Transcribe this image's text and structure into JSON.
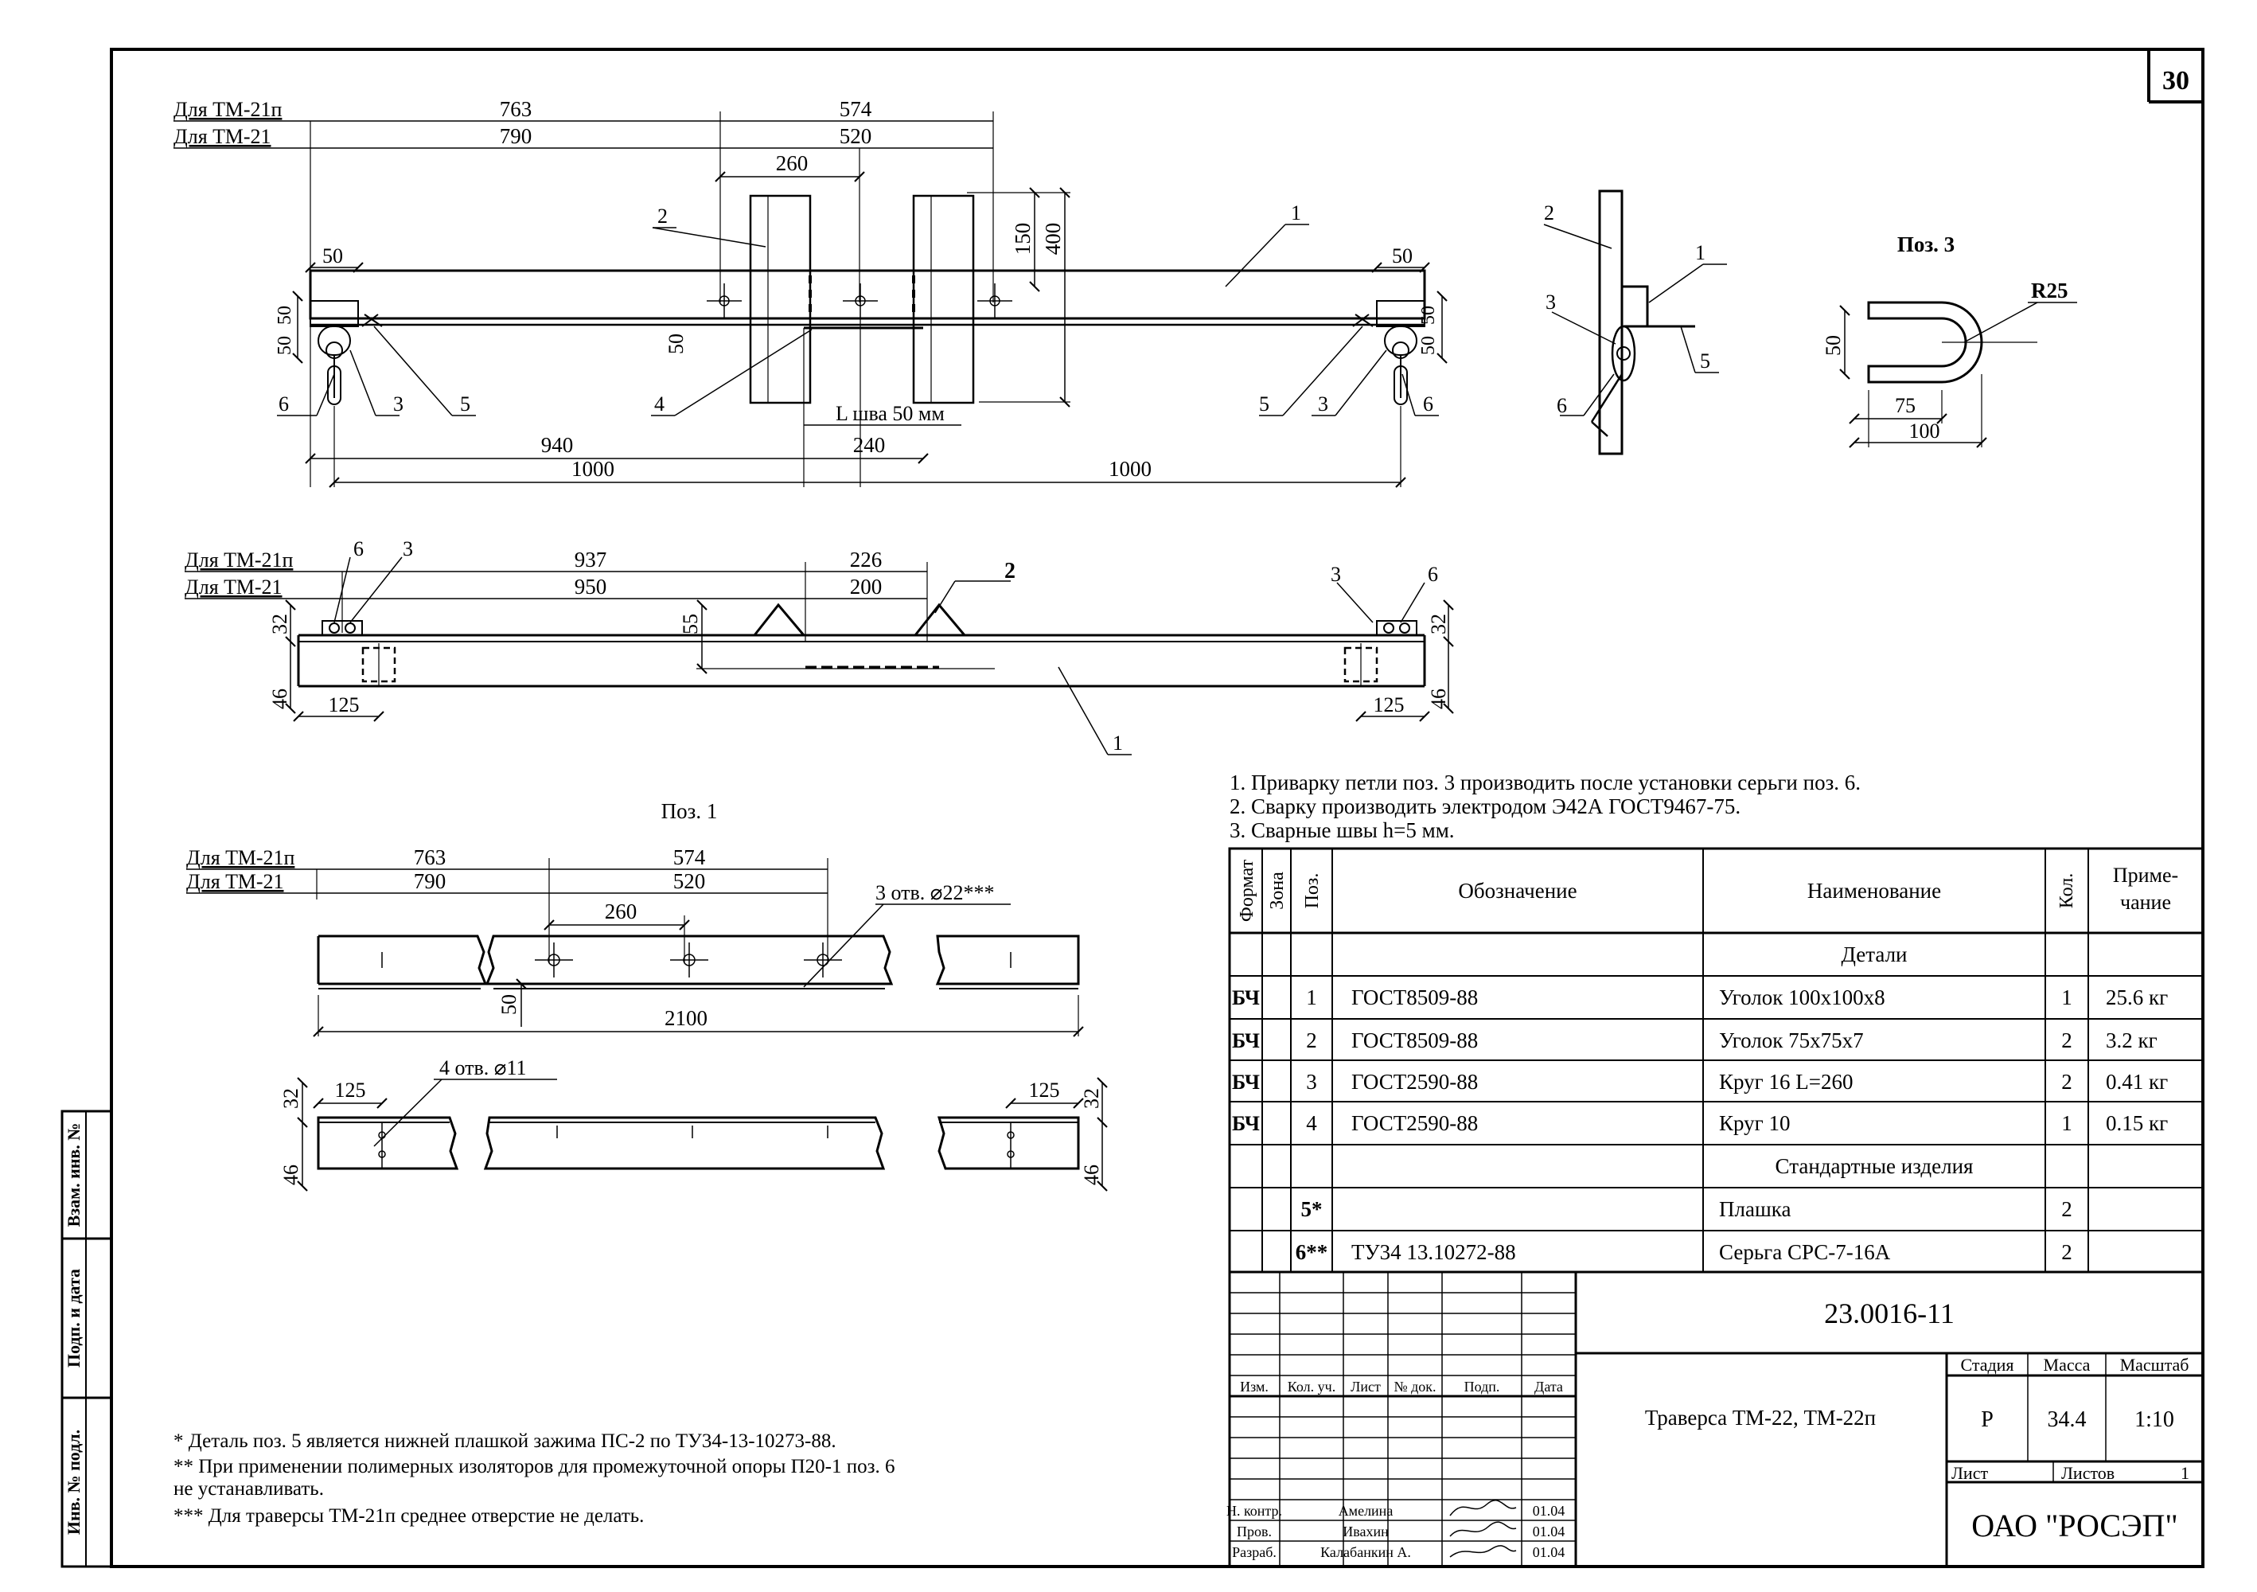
{
  "sheet_number": "30",
  "side_stamps": [
    "Взам. инв. №",
    "Подп. и дата",
    "Инв. № подл."
  ],
  "main_view": {
    "rows": [
      "Для ТМ-21п",
      "Для ТМ-21"
    ],
    "dims_top_21p": [
      "763",
      "574"
    ],
    "dims_top_21": [
      "790",
      "520"
    ],
    "dim_260": "260",
    "dim_150": "150",
    "dim_400": "400",
    "dim_50": "50",
    "dim_940": "940",
    "dim_1000": "1000",
    "dim_240": "240",
    "weld_note": "L шва 50 мм",
    "pos": [
      "1",
      "2",
      "3",
      "4",
      "5",
      "6"
    ]
  },
  "side_view": {
    "dims_21p": [
      "937",
      "226"
    ],
    "dims_21": [
      "950",
      "200"
    ],
    "dim_32": "32",
    "dim_46": "46",
    "dim_55": "55",
    "dim_125": "125"
  },
  "detail_pos3": {
    "title": "Поз. 3",
    "radius": "R25",
    "dim_50": "50",
    "dim_75": "75",
    "dim_100": "100"
  },
  "pos1_view": {
    "title": "Поз. 1",
    "holes_big": "3 отв. ⌀22***",
    "holes_small": "4 отв. ⌀11",
    "dim_2100": "2100",
    "dim_260": "260"
  },
  "notes": [
    "1. Приварку петли поз. 3 производить после установки серьги поз. 6.",
    "2. Сварку производить электродом Э42А ГОСТ9467-75.",
    "3. Сварные швы h=5 мм."
  ],
  "spec_headers": [
    "Формат",
    "Зона",
    "Поз.",
    "Обозначение",
    "Наименование",
    "Кол.",
    "Приме-",
    "чание"
  ],
  "spec_sections": [
    "Детали",
    "Стандартные изделия"
  ],
  "spec_rows": [
    {
      "fmt": "БЧ",
      "pos": "1",
      "desig": "ГОСТ8509-88",
      "name": "Уголок 100х100х8",
      "qty": "1",
      "note": "25.6 кг"
    },
    {
      "fmt": "БЧ",
      "pos": "2",
      "desig": "ГОСТ8509-88",
      "name": "Уголок 75х75х7",
      "qty": "2",
      "note": "3.2 кг"
    },
    {
      "fmt": "БЧ",
      "pos": "3",
      "desig": "ГОСТ2590-88",
      "name": "Круг 16 L=260",
      "qty": "2",
      "note": "0.41 кг"
    },
    {
      "fmt": "БЧ",
      "pos": "4",
      "desig": "ГОСТ2590-88",
      "name": "Круг 10",
      "qty": "1",
      "note": "0.15 кг"
    },
    {
      "fmt": "",
      "pos": "5*",
      "desig": "",
      "name": "Плашка",
      "qty": "2",
      "note": ""
    },
    {
      "fmt": "",
      "pos": "6**",
      "desig": "ТУ34 13.10272-88",
      "name": "Серьга СРС-7-16А",
      "qty": "2",
      "note": ""
    }
  ],
  "title_block": {
    "code": "23.0016-11",
    "name": "Траверса ТМ-22, ТМ-22п",
    "headers": [
      "Изм.",
      "Кол. уч.",
      "Лист",
      "№ док.",
      "Подп.",
      "Дата"
    ],
    "roles": [
      "Н. контр.",
      "Пров.",
      "Разраб."
    ],
    "people": [
      "Амелина",
      "Ивахин",
      "Калабанкин А."
    ],
    "dates": [
      "01.04",
      "01.04",
      "01.04"
    ],
    "stage_label": "Стадия",
    "mass_label": "Масса",
    "scale_label": "Масштаб",
    "stage": "Р",
    "mass": "34.4",
    "scale": "1:10",
    "sheet_label": "Лист",
    "sheets_label": "Листов",
    "sheets": "1",
    "org": "ОАО \"РОСЭП\""
  },
  "footnotes": [
    "*    Деталь поз. 5 является нижней плашкой зажима ПС-2 по ТУ34-13-10273-88.",
    "**   При применении полимерных изоляторов для промежуточной опоры П20-1 поз. 6",
    "не устанавливать.",
    "*** Для траверсы ТМ-21п среднее отверстие не делать."
  ]
}
